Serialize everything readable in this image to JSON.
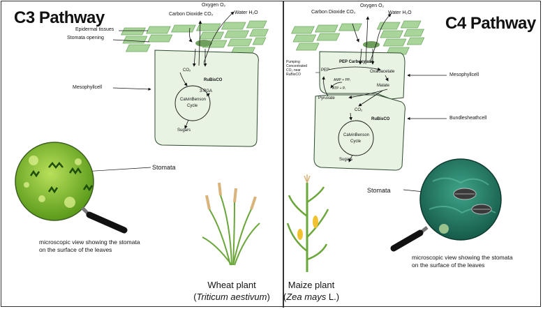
{
  "left": {
    "title": "C3 Pathway",
    "labels": {
      "oxygen": "Oxygen O₂",
      "water": "Water H₂O",
      "co2_in": "Carbon Dioxide CO₂",
      "epidermal": "Epidermal tissues",
      "stomata_opening": "Stomata opening",
      "mesophyll": "Mesophyllcell",
      "co2": "CO₂",
      "rubisco": "RuBisCO",
      "pga": "3-PGA",
      "calvin1": "CalvinBenson",
      "calvin2": "Cycle",
      "sugars": "Sugars",
      "stomata": "Stomata"
    },
    "caption": [
      "microscopic view showing the stomata",
      "on the surface of the leaves"
    ],
    "plant_name": "Wheat plant",
    "plant_latin": "Triticum aestivum"
  },
  "right": {
    "title": "C4 Pathway",
    "labels": {
      "co2_in": "Carbon Dioxide CO₂",
      "oxygen": "Oxygen O₂",
      "water": "Water H₂O",
      "pumping": [
        "Pumping",
        "Concentrated",
        "CO₂ near",
        "RuBisCO"
      ],
      "pep_carboxylase": "PEP Carboxylase",
      "pep": "PEP",
      "oxaloacetate": "Oxaloacetate",
      "amp": "AMP + PPᵢ",
      "atp": "ATP + Pᵢ",
      "malate": "Malate",
      "mesophyll": "Mesophyllcell",
      "pyruvate": "Pyruvate",
      "co2": "CO₂",
      "rubisco": "RuBisCO",
      "bundle": "Bundlesheathcell",
      "calvin1": "CalvinBenson",
      "calvin2": "Cycle",
      "sugars": "Sugars",
      "stomata": "Stomata"
    },
    "caption": [
      "microscopic view showing the stomata",
      "on the surface of the leaves"
    ],
    "plant_name": "Maize plant",
    "plant_latin": "Zea mays",
    "plant_latin_suffix": " L."
  },
  "colors": {
    "cell_fill": "#e8f3e3",
    "cell_stroke": "#2d4a2d",
    "tile": "#a9d59a",
    "tile_dark": "#7fb86f",
    "stomata_green": "#8bc34a",
    "c4_microscope": "#2e7d6b"
  }
}
